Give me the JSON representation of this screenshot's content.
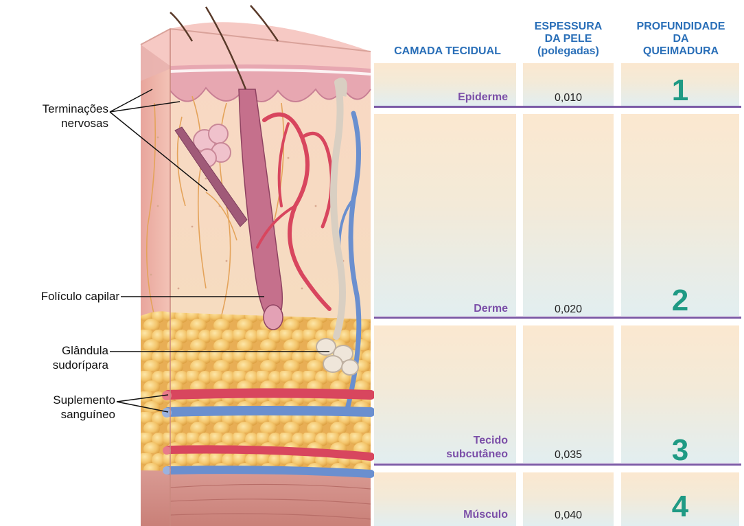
{
  "callouts": {
    "nerve_endings": "Terminações\nnervosas",
    "hair_follicle": "Folículo capilar",
    "sweat_gland": "Glândula\nsudorípara",
    "blood_supply": "Suplemento\nsanguíneo"
  },
  "table": {
    "headers": {
      "layer": "CAMADA TECIDUAL",
      "thickness": "ESPESSURA\nDA PELE\n(polegadas)",
      "depth": "PROFUNDIDADE\nDA\nQUEIMADURA"
    },
    "rows": [
      {
        "layer": "Epiderme",
        "thickness": "0,010",
        "depth": "1"
      },
      {
        "layer": "Derme",
        "thickness": "0,020",
        "depth": "2"
      },
      {
        "layer": "Tecido\nsubcutâneo",
        "thickness": "0,035",
        "depth": "3"
      },
      {
        "layer": "Músculo",
        "thickness": "0,040",
        "depth": "4"
      }
    ]
  },
  "colors": {
    "header_blue": "#2a6fb8",
    "layer_purple": "#7b4fa8",
    "depth_teal": "#1f9a84",
    "divider_purple": "#7b5aa6",
    "artery_red": "#d8465e",
    "vein_blue": "#6a8fcf",
    "fat_yellow": "#f3c46a",
    "skin_pink": "#f3c8c0"
  }
}
